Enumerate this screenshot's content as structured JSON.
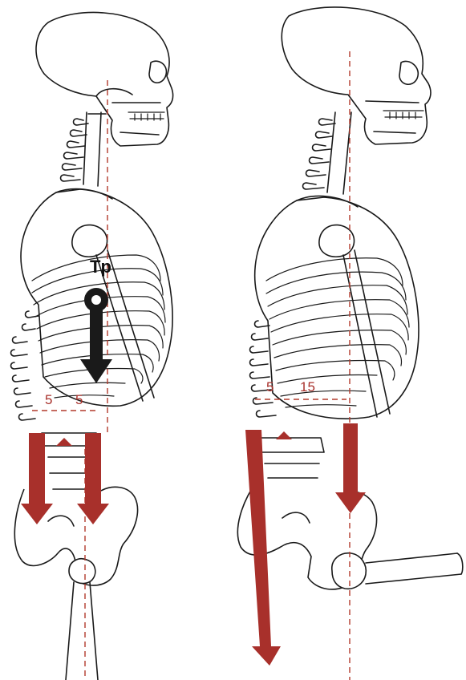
{
  "left": {
    "force_label": "Tp",
    "distance_a": "5",
    "distance_b": "5"
  },
  "right": {
    "distance_a": "5",
    "distance_b": "15"
  },
  "colors": {
    "force_arrow": "#a8302b",
    "plumb_line": "#b23a2c",
    "outline": "#1a1a1a"
  }
}
